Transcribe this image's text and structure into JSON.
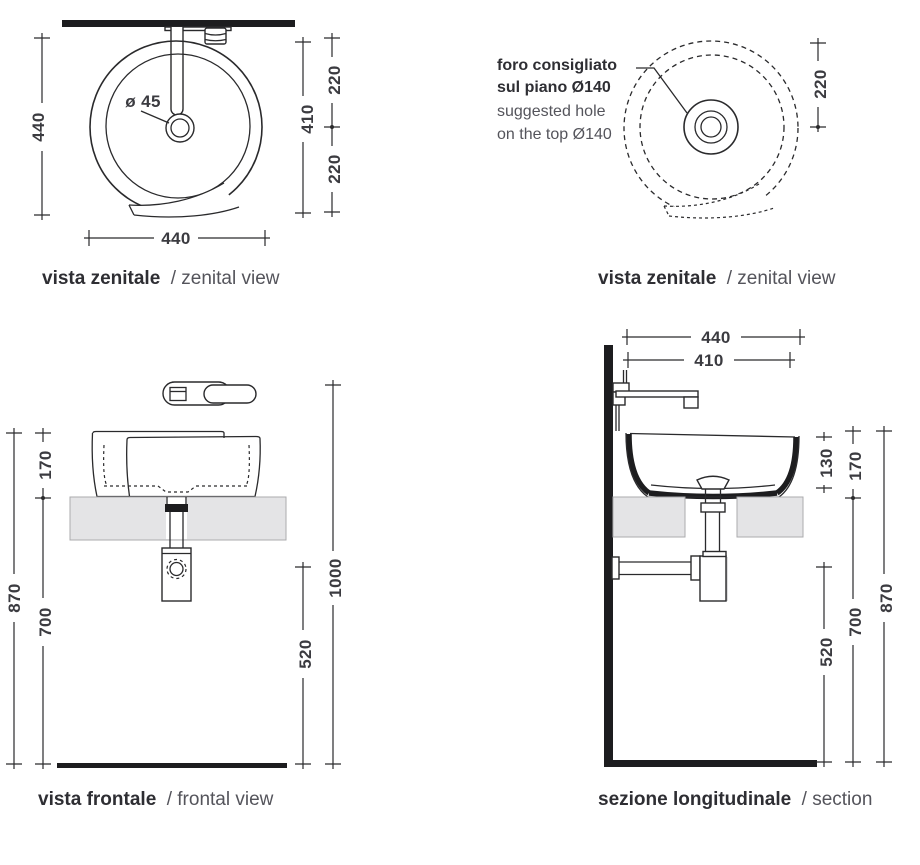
{
  "colors": {
    "line": "#2a2a2c",
    "solid_black": "#1d1d1f",
    "countertop_gray": "#e4e4e6",
    "text_dark": "#2e2e33",
    "text_gray": "#54545b"
  },
  "views": {
    "zenital_left": {
      "title_it": "vista zenitale",
      "title_en": "/ zenital view",
      "dim_total_height": "440",
      "dim_inner_height": "410",
      "dim_top_half": "220",
      "dim_bottom_half": "220",
      "dim_drain": "ø 45",
      "dim_width": "440"
    },
    "zenital_right": {
      "title_it": "vista zenitale",
      "title_en": "/ zenital view",
      "note_bold_1": "foro consigliato",
      "note_bold_2": "sul piano Ø140",
      "note_reg_1": "suggested hole",
      "note_reg_2": "on the top Ø140",
      "dim_center_offset": "220"
    },
    "frontal": {
      "title_it": "vista frontale",
      "title_en": "/ frontal view",
      "dim_basin_height": "170",
      "dim_total_height": "870",
      "dim_counter_height": "700",
      "dim_drain_height": "520",
      "dim_faucet_height": "1000"
    },
    "section": {
      "title_it": "sezione longitudinale",
      "title_en": "/ section",
      "dim_width_total": "440",
      "dim_width_inner": "410",
      "dim_inner_depth": "130",
      "dim_basin_height": "170",
      "dim_total_height": "870",
      "dim_counter_height": "700",
      "dim_drain_height": "520"
    }
  }
}
